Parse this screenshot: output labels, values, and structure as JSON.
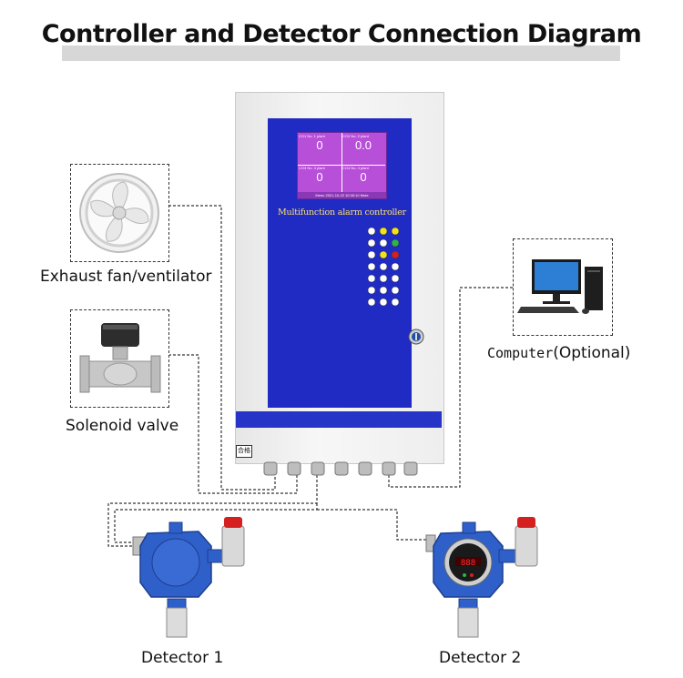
{
  "title": "Controller and Detector Connection Diagram",
  "devices": {
    "fan_label": "Exhaust fan/ventilator",
    "valve_label": "Solenoid valve",
    "computer_label_mono": "Computer",
    "computer_label_rest": "(Optional)",
    "detector1_label": "Detector 1",
    "detector2_label": "Detector 2"
  },
  "controller": {
    "panel_title": "Multifunction alarm controller",
    "channels": [
      {
        "head": "CO1 No. 1 plant",
        "value": "0"
      },
      {
        "head": "CO2 No. 2 plant",
        "value": "0.0"
      },
      {
        "head": "CO3 No. 3 plant",
        "value": "0"
      },
      {
        "head": "CO4 No. 4 plant",
        "value": "0"
      }
    ],
    "status_line": "Menu  2021-10-22 10:30:10  Mute",
    "stamp": "合格"
  },
  "colors": {
    "panel_blue": "#1f2bc2",
    "lcd_purple": "#b84fd9",
    "detector_blue": "#2f5fc8",
    "beacon_red": "#d42020",
    "title_band": "#d7d7d7"
  }
}
